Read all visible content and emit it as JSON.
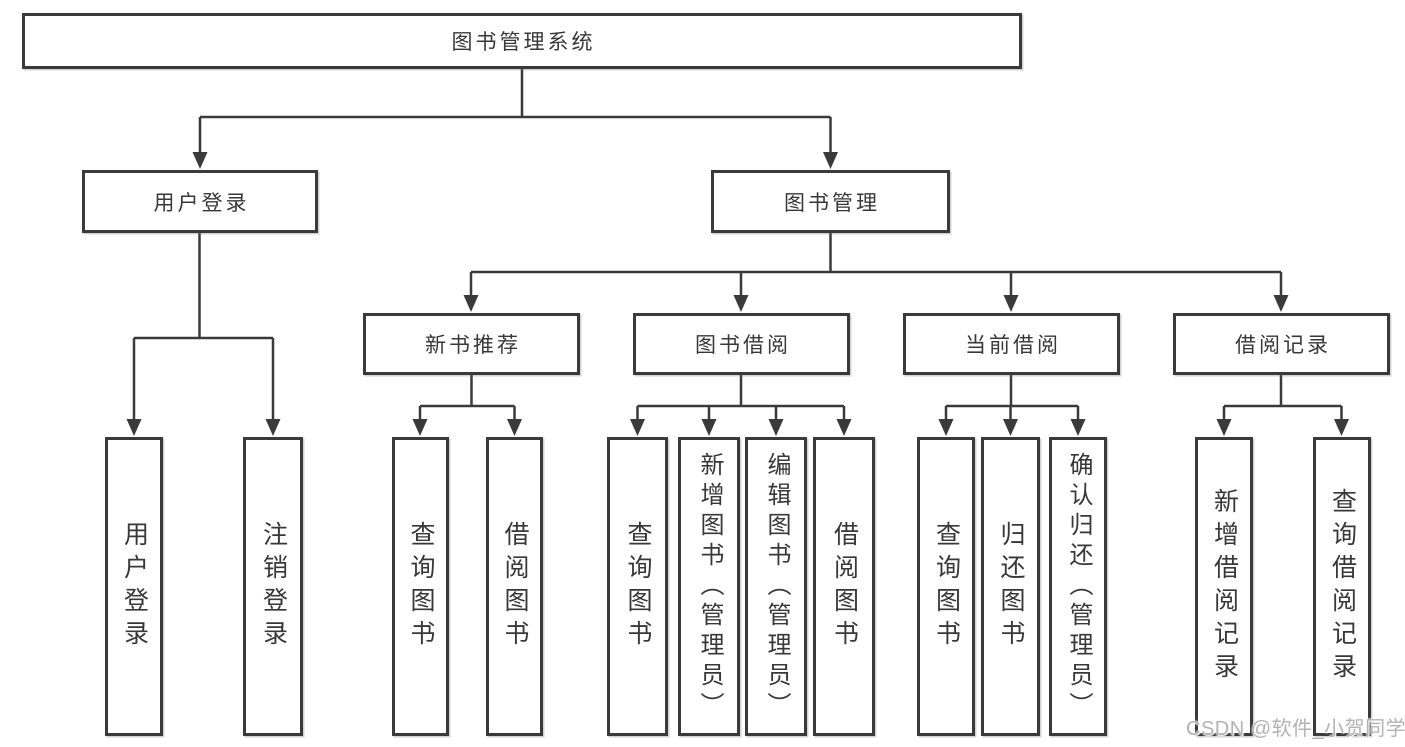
{
  "diagram": {
    "type": "hierarchy-tree",
    "root": {
      "label": "图书管理系统",
      "children": [
        {
          "label": "用户登录",
          "children": [
            {
              "label": "用户登录"
            },
            {
              "label": "注销登录"
            }
          ]
        },
        {
          "label": "图书管理",
          "children": [
            {
              "label": "新书推荐",
              "children": [
                {
                  "label": "查询图书"
                },
                {
                  "label": "借阅图书"
                }
              ]
            },
            {
              "label": "图书借阅",
              "children": [
                {
                  "label": "查询图书"
                },
                {
                  "label": "新增图书（管理员）"
                },
                {
                  "label": "编辑图书（管理员）"
                },
                {
                  "label": "借阅图书"
                }
              ]
            },
            {
              "label": "当前借阅",
              "children": [
                {
                  "label": "查询图书"
                },
                {
                  "label": "归还图书"
                },
                {
                  "label": "确认归还（管理员）"
                }
              ]
            },
            {
              "label": "借阅记录",
              "children": [
                {
                  "label": "新增借阅记录"
                },
                {
                  "label": "查询借阅记录"
                }
              ]
            }
          ]
        }
      ]
    }
  },
  "watermark": {
    "text": "CSDN @软件_小贺同学"
  },
  "colors": {
    "line": "#3a3a3a",
    "box_border": "#3a3a3a",
    "text": "#383838",
    "watermark": "#b3b3b3",
    "background": "#ffffff"
  }
}
